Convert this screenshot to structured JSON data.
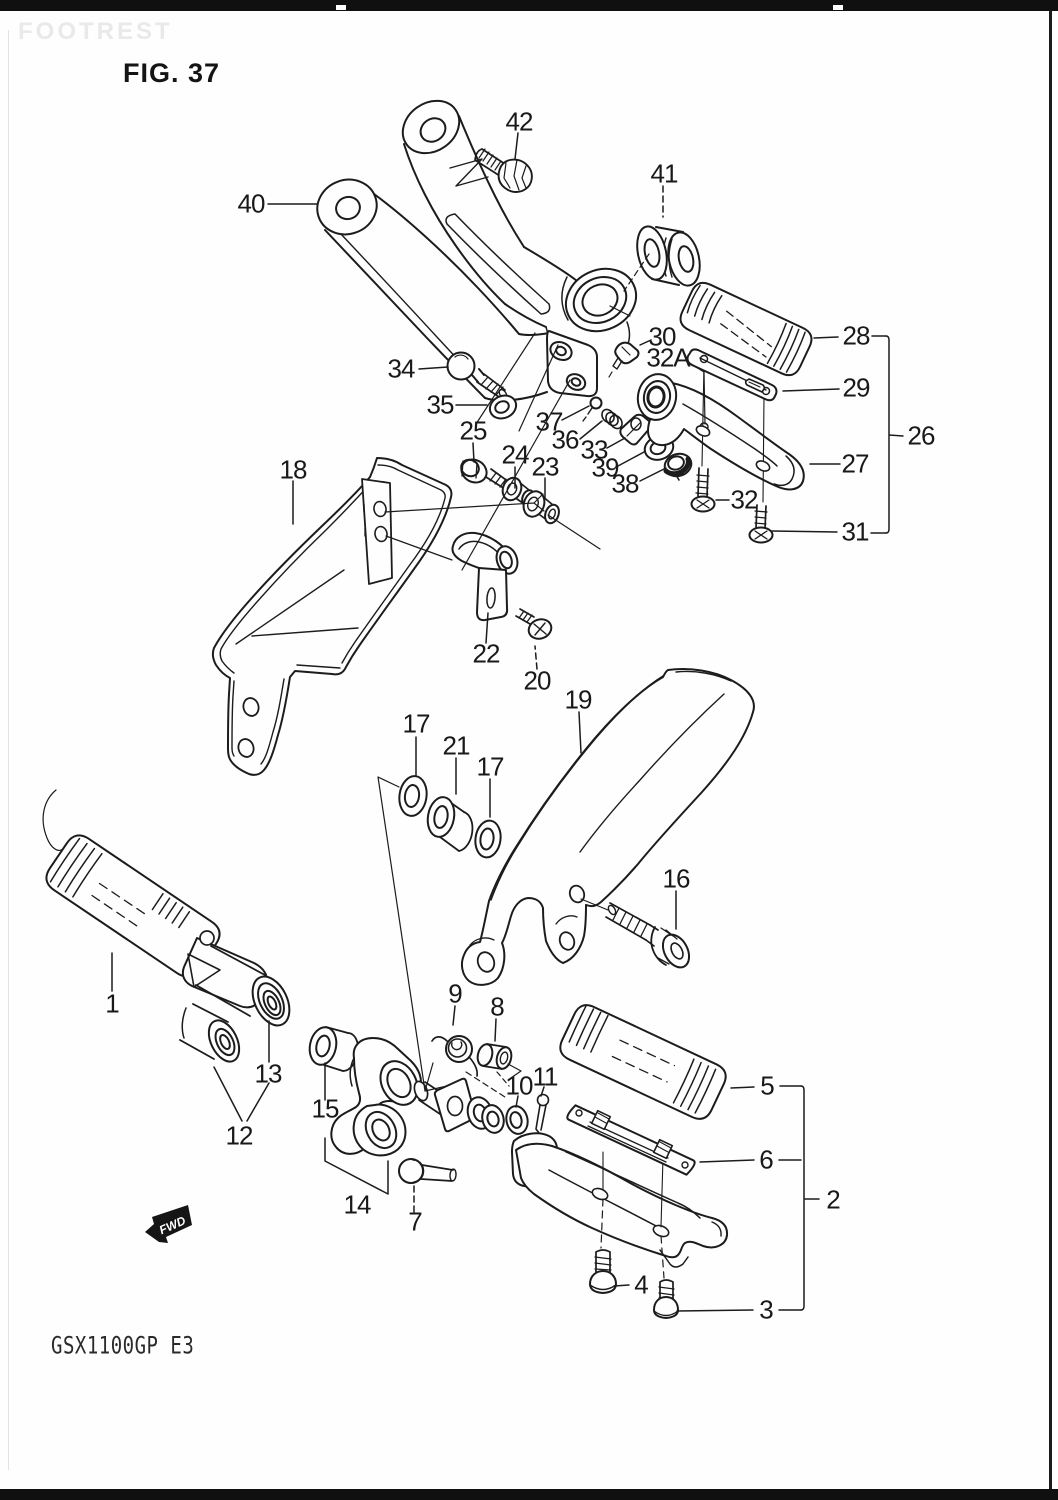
{
  "page": {
    "watermark": "FOOTREST",
    "figure_title": "FIG. 37",
    "footer_code": "GSX1100GP E3",
    "fwd_label": "FWD"
  },
  "colors": {
    "ink": "#1c1c1c",
    "watermark_gray": "#e4e4e4",
    "background": "#fefefe"
  },
  "labels": {
    "l42": "42",
    "l41": "41",
    "l40": "40",
    "l34": "34",
    "l35": "35",
    "l30": "30",
    "l32a": "32A",
    "l28": "28",
    "l29": "29",
    "l26": "26",
    "l27": "27",
    "l31": "31",
    "l32": "32",
    "l37": "37",
    "l36": "36",
    "l33": "33",
    "l39": "39",
    "l38": "38",
    "l25": "25",
    "l24": "24",
    "l23": "23",
    "l18": "18",
    "l22": "22",
    "l20": "20",
    "l19": "19",
    "l17a": "17",
    "l21": "21",
    "l17b": "17",
    "l16": "16",
    "l1": "1",
    "l13": "13",
    "l12": "12",
    "l15": "15",
    "l14": "14",
    "l7": "7",
    "l9": "9",
    "l8": "8",
    "l10": "10",
    "l11": "11",
    "l5": "5",
    "l6": "6",
    "l2": "2",
    "l4": "4",
    "l3": "3"
  }
}
